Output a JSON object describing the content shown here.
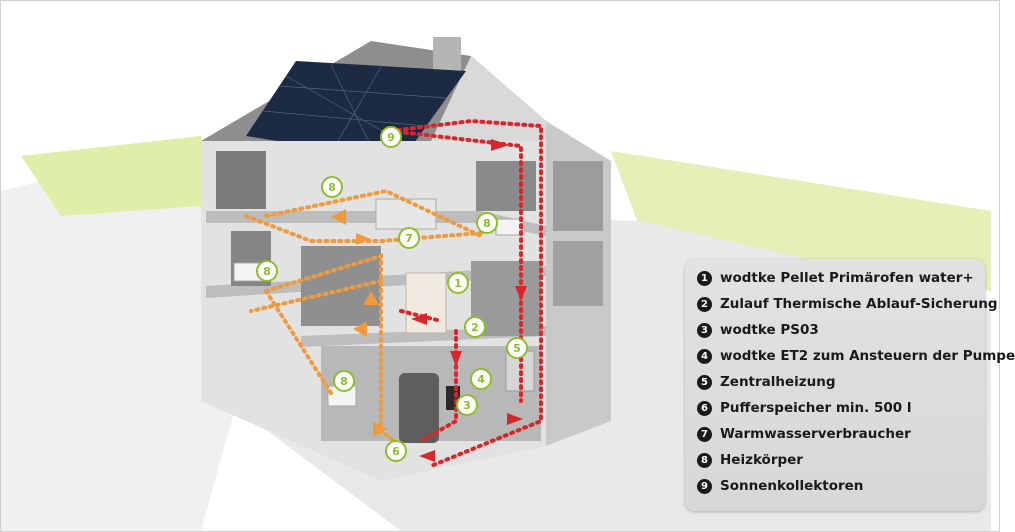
{
  "legend": {
    "items": [
      {
        "num": "1",
        "label": "wodtke Pellet Primärofen water+"
      },
      {
        "num": "2",
        "label": "Zulauf Thermische Ablauf-Sicherung"
      },
      {
        "num": "3",
        "label": "wodtke PS03"
      },
      {
        "num": "4",
        "label": "wodtke ET2 zum Ansteuern der Pumpe"
      },
      {
        "num": "5",
        "label": "Zentralheizung"
      },
      {
        "num": "6",
        "label": "Pufferspeicher min. 500 l"
      },
      {
        "num": "7",
        "label": "Warmwasserverbraucher"
      },
      {
        "num": "8",
        "label": "Heizkörper"
      },
      {
        "num": "9",
        "label": "Sonnenkollektoren"
      }
    ]
  },
  "markers": {
    "solar_collector": "9",
    "radiator_top_left": "8",
    "radiator_top_right": "8",
    "radiator_mid_left": "8",
    "radiator_basement": "8",
    "hot_water_tank": "7",
    "pellet_stove": "1",
    "supply_line": "2",
    "ps03": "3",
    "et2": "4",
    "central_heating": "5",
    "buffer_tank": "6"
  },
  "colors": {
    "hot_line": "#d9262b",
    "warm_line": "#ee9a3d",
    "accent_green": "#8dbf2a",
    "ground_green": "#d8ea9a"
  }
}
